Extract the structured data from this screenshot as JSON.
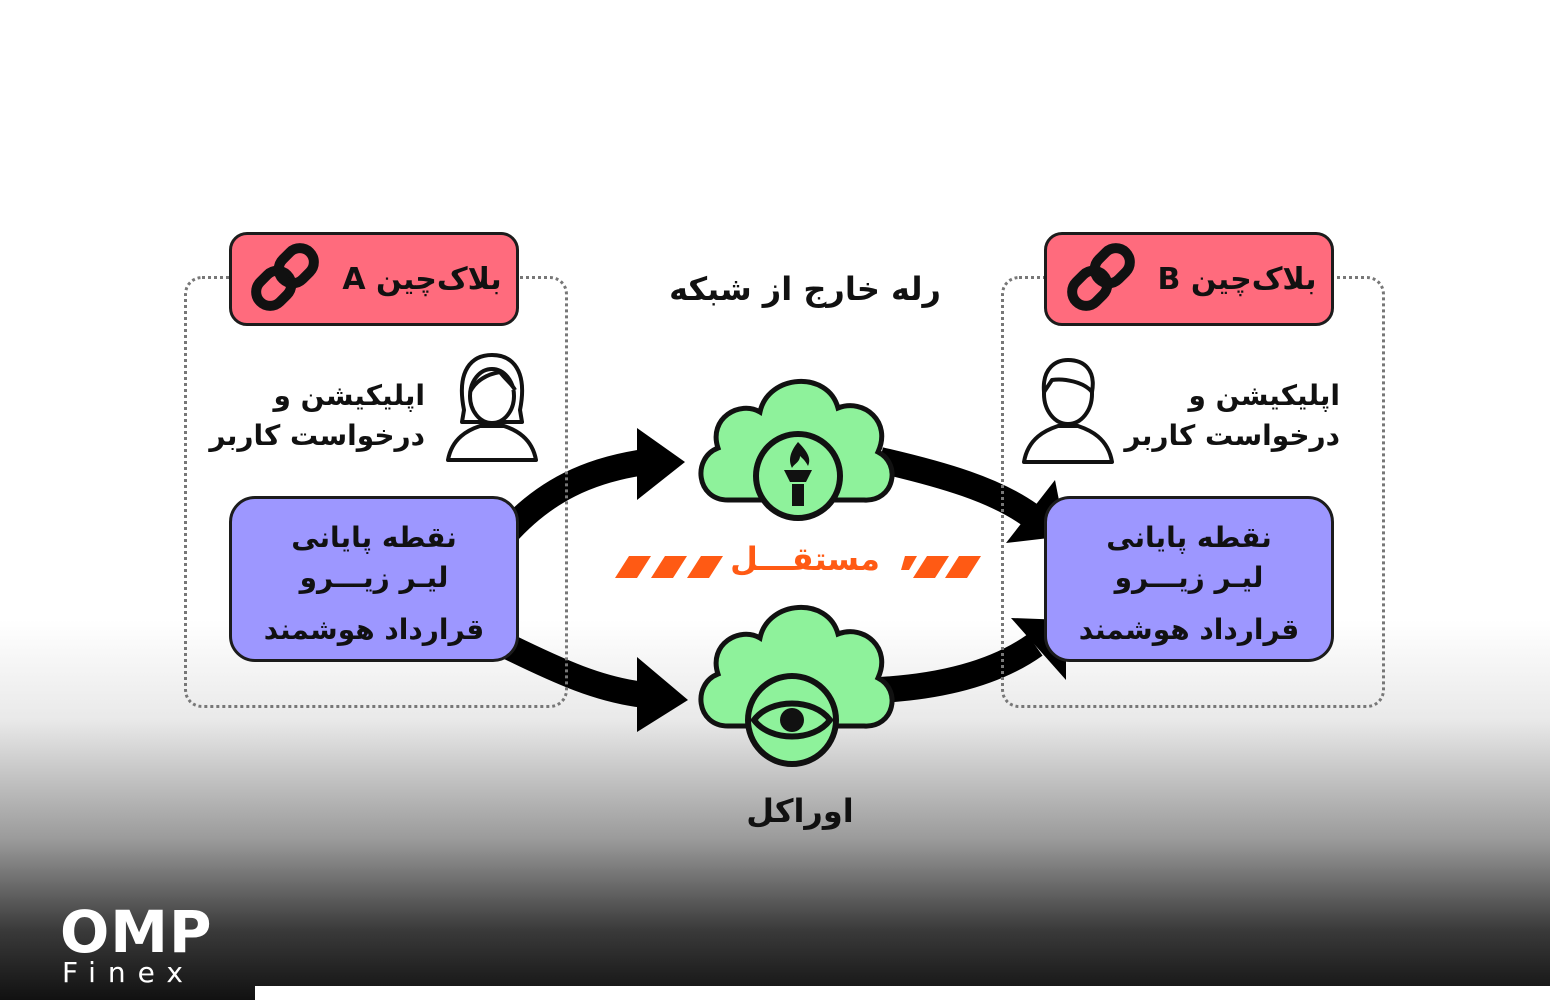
{
  "chain_a": {
    "title": "بلاک‌چین A",
    "user_line1": "اپلیکیشن و",
    "user_line2": "درخواست کاربر",
    "endpoint_line1": "نقطه پایانی",
    "endpoint_line2": "لیـر زیـــرو",
    "endpoint_line3": "قرارداد هوشمند"
  },
  "chain_b": {
    "title": "بلاک‌چین B",
    "user_line1": "اپلیکیشن و",
    "user_line2": "درخواست کاربر",
    "endpoint_line1": "نقطه پایانی",
    "endpoint_line2": "لیـر زیـــرو",
    "endpoint_line3": "قرارداد هوشمند"
  },
  "center": {
    "relay_label": "رله خارج از شبکه",
    "independent_label": "مستقـــل",
    "oracle_label": "اوراکل"
  },
  "icons": {
    "chain": "link-chain-icon",
    "user_a": "female-user-icon",
    "user_b": "male-user-icon",
    "relay_cloud": "cloud-torch-icon",
    "oracle_cloud": "cloud-eye-icon"
  },
  "colors": {
    "chain_box": "#ff6b7d",
    "endpoint_box": "#9d97ff",
    "cloud": "#8ef29b",
    "accent": "#ff5a14"
  },
  "brand": {
    "name": "OMP",
    "sub": "Finex"
  }
}
